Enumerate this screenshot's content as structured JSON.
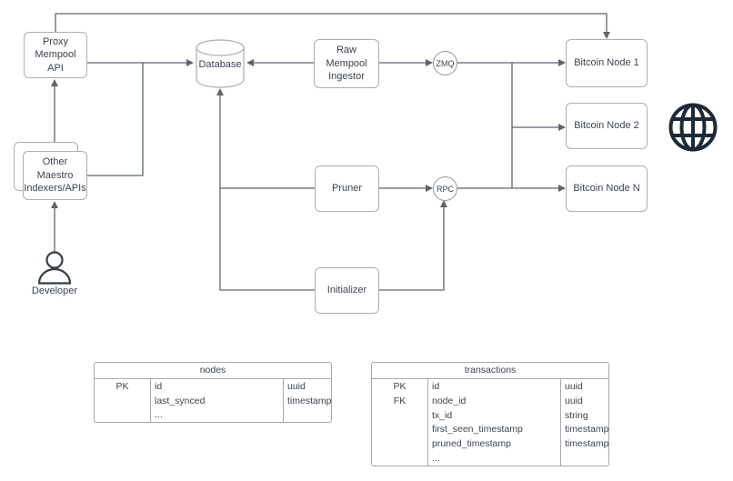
{
  "colors": {
    "edge": "#5b6670",
    "shape_border": "#a9afb6",
    "text": "#3b4450",
    "globe": "#1d2936",
    "background": "#ffffff"
  },
  "flowchart": {
    "proxy_api": "Proxy Mempool API",
    "other_indexers": "Other Maestro Indexers/APIs",
    "developer": "Developer",
    "database": "Database",
    "raw_ingestor": "Raw Mempool Ingestor",
    "pruner": "Pruner",
    "initializer": "Initializer",
    "zmq": "ZMQ",
    "rpc": "RPC",
    "bitcoin_node_1": "Bitcoin Node 1",
    "bitcoin_node_2": "Bitcoin Node 2",
    "bitcoin_node_n": "Bitcoin Node N",
    "icons": [
      "globe-icon",
      "person-icon",
      "database-cylinder-icon"
    ]
  },
  "tables": {
    "nodes": {
      "title": "nodes",
      "key_column": [
        "PK",
        "",
        ""
      ],
      "rows": [
        [
          "PK",
          "id",
          "uuid"
        ],
        [
          "",
          "last_synced",
          "timestamp"
        ],
        [
          "",
          "...",
          ""
        ]
      ]
    },
    "transactions": {
      "title": "transactions",
      "rows": [
        [
          "PK",
          "id",
          "uuid"
        ],
        [
          "FK",
          "node_id",
          "uuid"
        ],
        [
          "",
          "tx_id",
          "string"
        ],
        [
          "",
          "first_seen_timestamp",
          "timestamp"
        ],
        [
          "",
          "pruned_timestamp",
          "timestamp"
        ],
        [
          "",
          "...",
          ""
        ]
      ]
    }
  }
}
